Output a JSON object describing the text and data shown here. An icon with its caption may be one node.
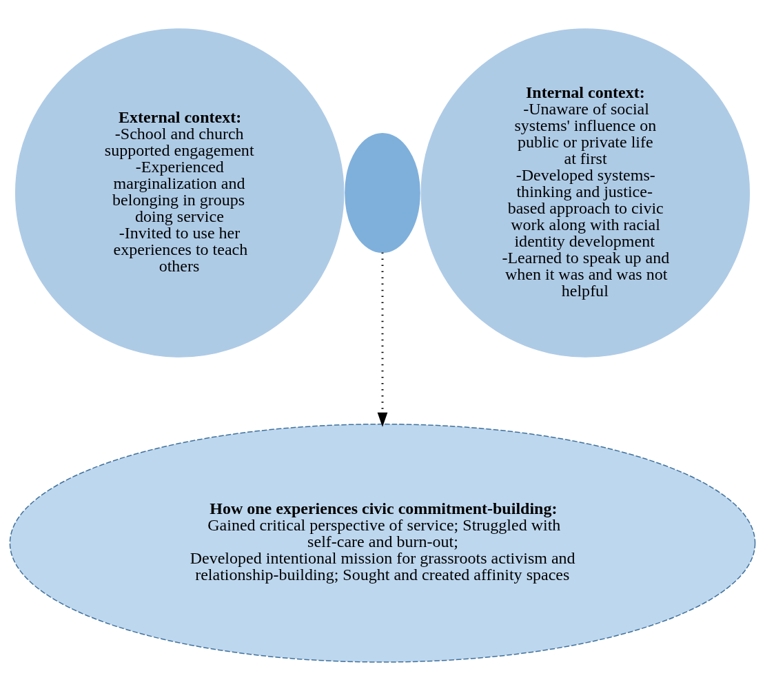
{
  "diagram": {
    "nodes": [
      {
        "text": [
          "External context:",
          "-School and church supported engagement",
          "-Experienced marginalization and belonging in groups doing service",
          "-Invited to use her experiences to teach others"
        ]
      },
      {
        "text": [
          "Internal context:",
          "-Unaware of social systems' influence on public or private life at first",
          "-Developed systems-thinking and justice-based approach to civic work along with racial identity development",
          "-Learned to speak up and when it was and was not helpful"
        ]
      },
      {
        "text": [],
        "shape": "ellipse"
      },
      {
        "text": [
          "How one experiences civic commitment-building:",
          "Gained critical perspective of service; Struggled with self-care and burn-out;",
          "Developed intentional mission for grassroots activism and relationship-building; Sought and created affinity spaces"
        ]
      }
    ],
    "edges": [
      {
        "from": 2,
        "to": 3,
        "arrow": "to",
        "style": "dashed"
      }
    ]
  }
}
